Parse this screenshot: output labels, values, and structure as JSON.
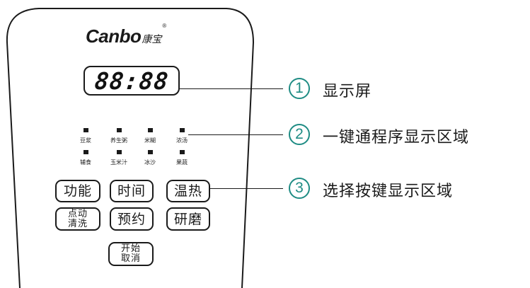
{
  "brand": {
    "latin": "Canbo",
    "chinese": "康宝",
    "mark": "®"
  },
  "display": {
    "digits": "88:88"
  },
  "programs": [
    {
      "label": "豆浆"
    },
    {
      "label": "养生粥"
    },
    {
      "label": "米糊"
    },
    {
      "label": "浓汤"
    },
    {
      "label": "辅食"
    },
    {
      "label": "玉米汁"
    },
    {
      "label": "冰沙"
    },
    {
      "label": "果蔬"
    }
  ],
  "keys": {
    "function": "功能",
    "time": "时间",
    "warm": "温热",
    "pulse_clean": [
      "点动",
      "清洗"
    ],
    "reserve": "预约",
    "grind": "研磨",
    "start_cancel": [
      "开始",
      "取消"
    ]
  },
  "callouts": [
    {
      "number": "1",
      "text": "显示屏"
    },
    {
      "number": "2",
      "text": "一键通程序显示区域"
    },
    {
      "number": "3",
      "text": "选择按键显示区域"
    }
  ],
  "colors": {
    "outline": "#1a1a1a",
    "callout_number": "#1f8c84"
  }
}
